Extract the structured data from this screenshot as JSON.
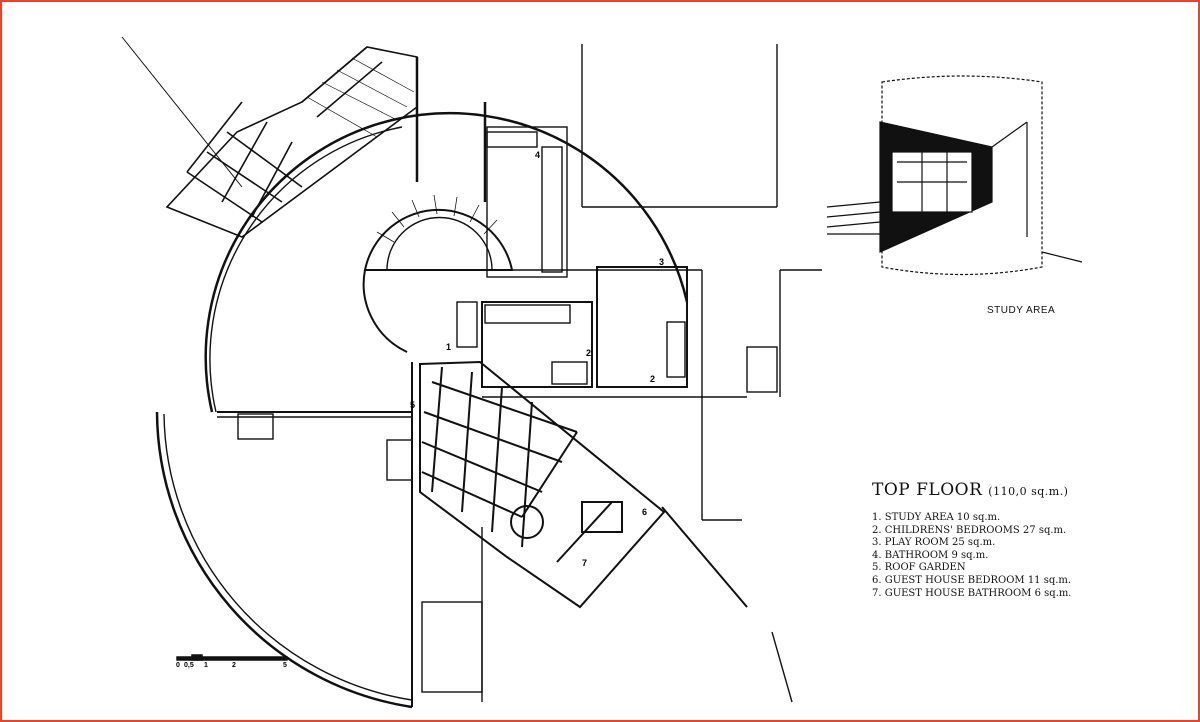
{
  "title": {
    "main": "TOP FLOOR",
    "area": "(110,0 sq.m.)"
  },
  "legend": [
    "1. STUDY AREA 10 sq.m.",
    "2. CHILDRENS' BEDROOMS 27 sq.m.",
    "3. PLAY ROOM 25 sq.m.",
    "4. BATHROOM 9 sq.m.",
    "5. ROOF GARDEN",
    "6. GUEST HOUSE BEDROOM 11 sq.m.",
    "7. GUEST HOUSE BATHROOM 6 sq.m."
  ],
  "plan_labels": {
    "l1": "1",
    "l2a": "2",
    "l2b": "2",
    "l3": "3",
    "l4": "4",
    "l5": "5",
    "l6": "6",
    "l7": "7"
  },
  "perspective_caption": "STUDY AREA",
  "scale_bar": {
    "t0": "0",
    "t05": "0,5",
    "t1": "1",
    "t2": "2",
    "t5": "5"
  },
  "colors": {
    "frame": "#e8442c",
    "ink": "#111111"
  }
}
